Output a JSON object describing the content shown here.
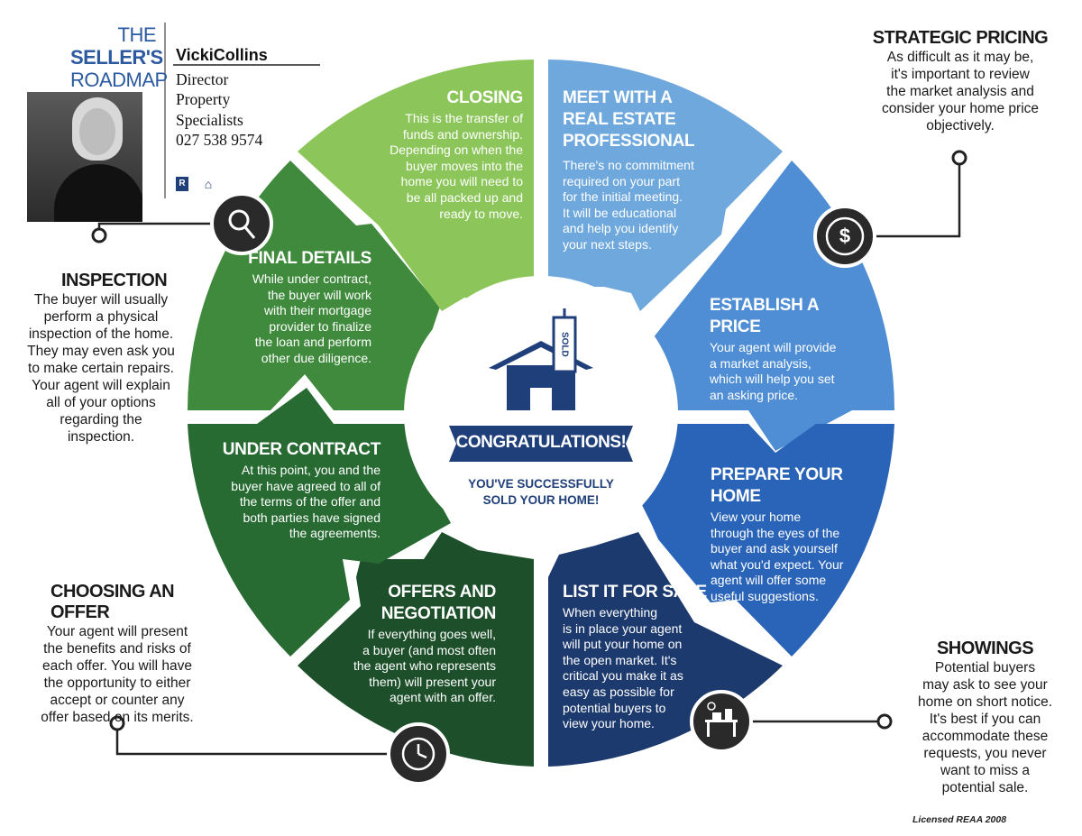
{
  "header": {
    "title_the": "THE",
    "title_sellers": "SELLER'S",
    "title_roadmap": "ROADMAP",
    "agent_name": "VickiCollins",
    "agent_role": "Director",
    "agent_company_line1": "Property",
    "agent_company_line2": "Specialists",
    "agent_phone": "027 538 9574"
  },
  "center": {
    "sign_text": "SOLD",
    "banner": "CONGRATULATIONS!",
    "sub_line1": "YOU'VE SUCCESSFULLY",
    "sub_line2": "SOLD YOUR HOME!"
  },
  "segments": {
    "meet": {
      "title_1": "MEET WITH A",
      "title_2": "REAL ESTATE",
      "title_3": "PROFESSIONAL",
      "lines": [
        "There's no commitment",
        "required on your part",
        "for the initial meeting.",
        "It will be educational",
        "and help you identify",
        "your next steps."
      ]
    },
    "price": {
      "title": "ESTABLISH A PRICE",
      "lines": [
        "Your agent will provide",
        "a market analysis,",
        "which will help you set",
        "an asking price."
      ]
    },
    "prepare": {
      "title": "PREPARE YOUR HOME",
      "lines": [
        "View your home",
        "through the eyes of the",
        "buyer and ask yourself",
        "what you'd expect. Your",
        "agent will offer some",
        "useful suggestions."
      ]
    },
    "list": {
      "title": "LIST IT FOR SALE",
      "lines": [
        "When everything",
        "is in place your agent",
        "will put your home on",
        "the open market. It's",
        "critical you make it as",
        "easy as possible for",
        "potential buyers to",
        "view your home."
      ]
    },
    "offers": {
      "title_1": "OFFERS AND",
      "title_2": "NEGOTIATION",
      "lines": [
        "If everything goes well,",
        "a buyer (and most often",
        "the agent who represents",
        "them) will present your",
        "agent with an offer."
      ]
    },
    "contract": {
      "title": "UNDER CONTRACT",
      "lines": [
        "At this point, you and the",
        "buyer have agreed to all of",
        "the terms of the offer and",
        "both parties have signed",
        "the agreements."
      ]
    },
    "final": {
      "title": "FINAL DETAILS",
      "lines": [
        "While under contract,",
        "the buyer will work",
        "with their mortgage",
        "provider to finalize",
        "the loan and perform",
        "other due diligence."
      ]
    },
    "closing": {
      "title": "CLOSING",
      "lines": [
        "This is the transfer of",
        "funds and ownership.",
        "Depending on when the",
        "buyer moves into the",
        "home you will need to",
        "be all packed up and",
        "ready to move."
      ]
    }
  },
  "callouts": {
    "pricing": {
      "title": "STRATEGIC PRICING",
      "lines": [
        "As difficult as it may be,",
        "it's important to review",
        "the market analysis and",
        "consider your home price",
        "objectively."
      ]
    },
    "inspection": {
      "title": "INSPECTION",
      "lines": [
        "The buyer will usually",
        "perform a physical",
        "inspection of the home.",
        "They may even ask you",
        "to make certain repairs.",
        "Your agent will explain",
        "all of your options",
        "regarding the",
        "inspection."
      ]
    },
    "offer": {
      "title": "CHOOSING AN OFFER",
      "lines": [
        "Your agent will present",
        "the benefits and risks of",
        "each offer. You will have",
        "the opportunity to either",
        "accept or counter any",
        "offer based on its merits."
      ]
    },
    "showings": {
      "title": "SHOWINGS",
      "lines": [
        "Potential buyers",
        "may ask to see your",
        "home on short notice.",
        "It's best if you can",
        "accommodate these",
        "requests, you never",
        "want to miss a",
        "potential sale."
      ]
    }
  },
  "icons": {
    "inspection": "magnifier-icon",
    "pricing": "dollar-icon",
    "showings": "desk-icon",
    "offer": "clock-icon"
  },
  "colors": {
    "meet": "#6fa8dc",
    "price": "#4f8ed4",
    "prepare": "#2a64b8",
    "list": "#1d3a6e",
    "offers": "#1c4f2a",
    "contract": "#276b32",
    "final": "#3f8a3c",
    "closing": "#8cc65a",
    "navy": "#1f3f7a",
    "brand_blue": "#2c5aa0"
  },
  "footer": {
    "license": "Licensed REAA 2008"
  }
}
